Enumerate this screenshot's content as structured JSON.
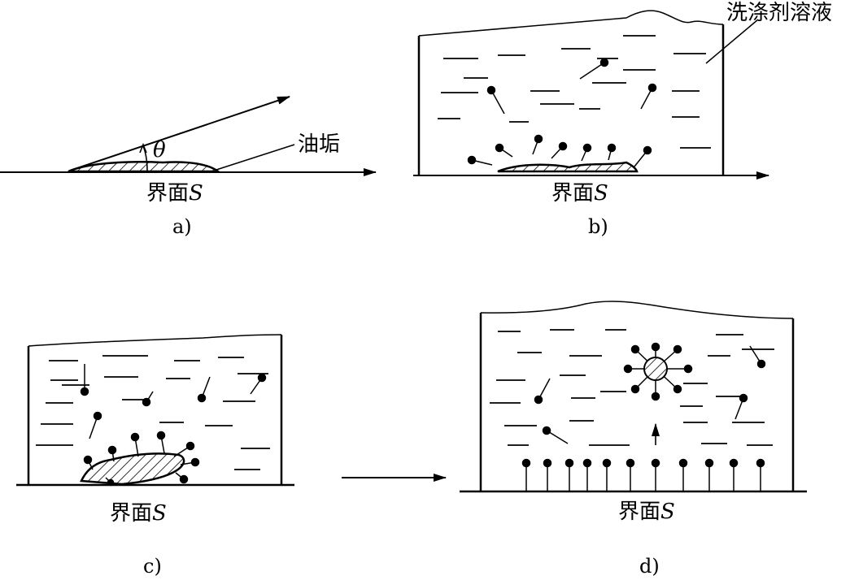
{
  "interface_label": "界面",
  "interface_symbol": "S",
  "grease_label": "油垢",
  "solution_label": "洗涤剂溶液",
  "angle_symbol": "θ",
  "captions": {
    "a": "a)",
    "b": "b)",
    "c": "c)",
    "d": "d)"
  }
}
